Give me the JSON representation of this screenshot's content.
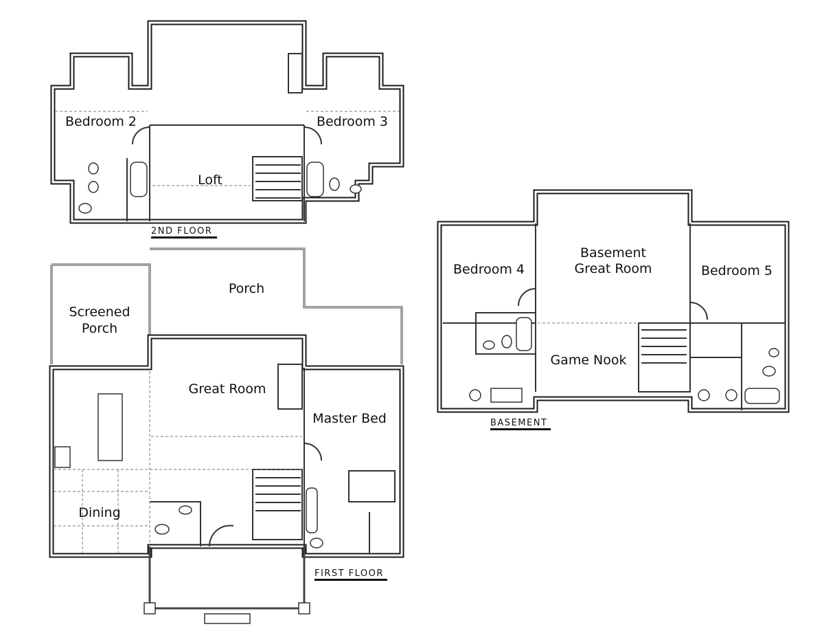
{
  "second_floor": {
    "title": "2ND FLOOR",
    "rooms": {
      "bedroom2": "Bedroom 2",
      "bedroom3": "Bedroom 3",
      "loft": "Loft"
    }
  },
  "first_floor": {
    "title": "FIRST FLOOR",
    "rooms": {
      "screened_porch_1": "Screened",
      "screened_porch_2": "Porch",
      "porch": "Porch",
      "great_room": "Great Room",
      "master_bed": "Master Bed",
      "dining": "Dining"
    }
  },
  "basement": {
    "title": "BASEMENT",
    "rooms": {
      "bedroom4": "Bedroom 4",
      "great_room_1": "Basement",
      "great_room_2": "Great Room",
      "bedroom5": "Bedroom 5",
      "game_nook": "Game Nook"
    }
  }
}
